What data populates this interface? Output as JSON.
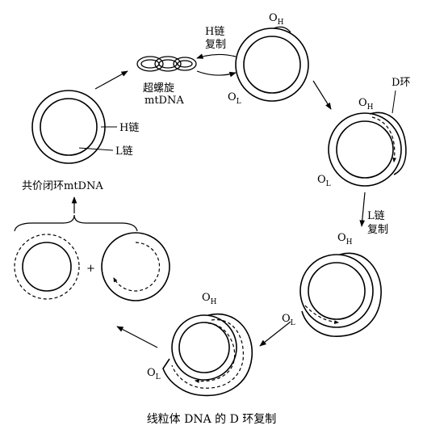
{
  "labels": {
    "h_copy_line1": "H链",
    "h_copy_line2": "复制",
    "supercoil_line1": "超螺旋",
    "supercoil_line2": "mtDNA",
    "h_strand": "H链",
    "l_strand": "L链",
    "covalent_circle": "共价闭环mtDNA",
    "d_loop": "D环",
    "l_copy_line1": "L链",
    "l_copy_line2": "复制",
    "plus": "+",
    "o_main": "O",
    "sub_h": "H",
    "sub_l": "L"
  },
  "caption": "线粒体 DNA 的 D 环复制",
  "colors": {
    "ink": "#000000",
    "background": "#ffffff"
  }
}
